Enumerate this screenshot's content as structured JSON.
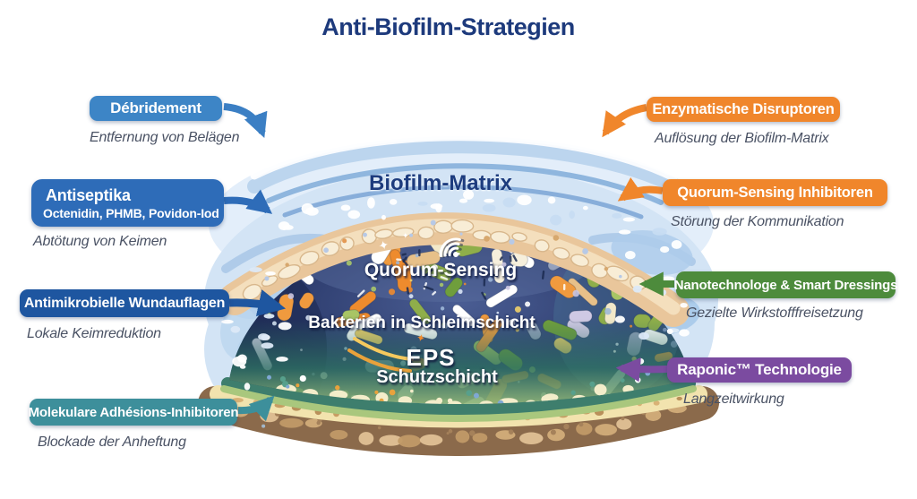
{
  "title": "Anti-Biofilm-Strategien",
  "left_labels": [
    {
      "label": "Débridement",
      "caption": "Entfernung von Belägen",
      "color": "#3d85c6"
    },
    {
      "label": "Antiseptika",
      "sublabel": "Octenidin, PHMB, Povidon-Iod",
      "caption": "Abtötung von Keimen",
      "color": "#2e6cb8"
    },
    {
      "label": "Antimikrobielle Wundauflagen",
      "caption": "Lokale Keimreduktion",
      "color": "#1e56a0"
    },
    {
      "label": "Molekulare Adhésions-Inhibitoren",
      "caption": "Blockade der Anheftung",
      "color": "#3d8f9b"
    }
  ],
  "right_labels": [
    {
      "label": "Enzymatische Disruptoren",
      "caption": "Auflösung der Biofilm-Matrix",
      "color": "#f0862b"
    },
    {
      "label": "Quorum-Sensing Inhibitoren",
      "caption": "Störung der Kommunikation",
      "color": "#f0862b"
    },
    {
      "label": "Nanotechnologe & Smart Dressings",
      "caption": "Gezielte Wirkstofffreisetzung",
      "color": "#4d8b3c"
    },
    {
      "label": "Raponic™ Technologie",
      "caption": "Langzeitwirkung",
      "color": "#7b4ba0"
    }
  ],
  "diagram": {
    "matrix_label": "Biofilm-Matrix",
    "quorum_label": "Quorum-Sensing",
    "bacteria_label": "Bakterien in Schleimschicht",
    "eps_label": "EPS",
    "eps_sublabel": "Schutzschicht"
  },
  "colors": {
    "title": "#1d3a7c",
    "caption": "#4a5264",
    "arrow_blue": "#3b7fc4",
    "arrow_navy": "#1e56a0",
    "arrow_teal": "#3d8f9b",
    "arrow_orange": "#f0862b",
    "arrow_green": "#4d8b3c",
    "arrow_purple": "#7b4ba0"
  }
}
